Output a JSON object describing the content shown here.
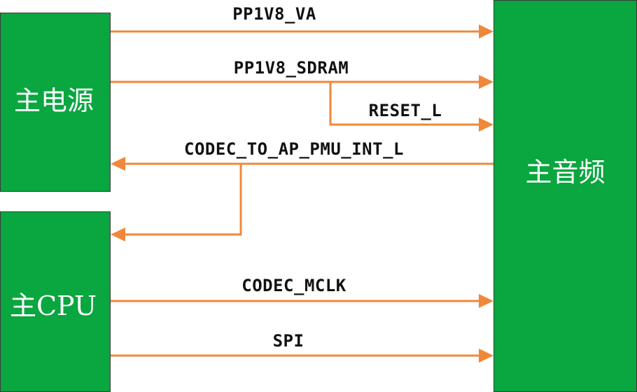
{
  "blocks": {
    "power": "主电源",
    "cpu": "主CPU",
    "audio": "主音频"
  },
  "signals": {
    "pp1v8_va": "PP1V8_VA",
    "pp1v8_sdram": "PP1V8_SDRAM",
    "reset_l": "RESET_L",
    "codec_to_ap_pmu_int_l": "CODEC_TO_AP_PMU_INT_L",
    "codec_mclk": "CODEC_MCLK",
    "spi": "SPI"
  },
  "colors": {
    "block_fill": "#0aa640",
    "arrow": "#f0883a",
    "text": "#111111"
  }
}
